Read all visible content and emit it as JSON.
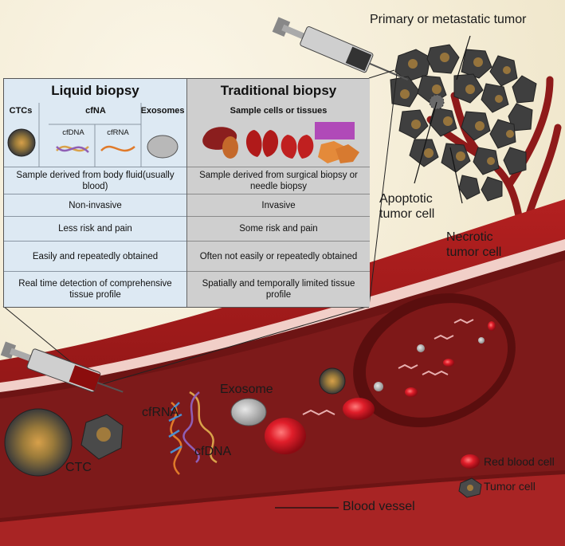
{
  "liquid": {
    "title": "Liquid biopsy",
    "ctcs": "CTCs",
    "cfna": "cfNA",
    "exosomes": "Exosomes",
    "cfdna": "cfDNA",
    "cfrna": "cfRNA",
    "rows": [
      "Sample derived from body fluid(usually blood)",
      "Non-invasive",
      "Less risk and pain",
      "Easily and repeatedly obtained",
      "Real time detection of comprehensive tissue profile"
    ]
  },
  "traditional": {
    "title": "Traditional biopsy",
    "subtitle": "Sample cells or tissues",
    "rows": [
      "Sample derived from surgical biopsy or needle biopsy",
      "Invasive",
      "Some risk and pain",
      "Often not easily or repeatedly obtained",
      "Spatially and temporally limited tissue profile"
    ]
  },
  "labels": {
    "tumor": "Primary or metastatic tumor",
    "apoptotic": "Apoptotic tumor cell",
    "necrotic": "Necrotic tumor cell",
    "exosome": "Exosome",
    "cfrna": "cfRNA",
    "cfdna": "cfDNA",
    "ctc": "CTC",
    "vessel": "Blood vessel"
  },
  "legend": {
    "rbc": "Red blood cell",
    "tumor_cell": "Tumor cell"
  },
  "colors": {
    "vessel": "#9b1c1c",
    "vessel_inner": "#6e1212",
    "rbc": "#d9202c",
    "tumor_cell": "#4a4a4a",
    "liquid_bg": "#dde9f3",
    "traditional_bg": "#cfcfcf"
  }
}
